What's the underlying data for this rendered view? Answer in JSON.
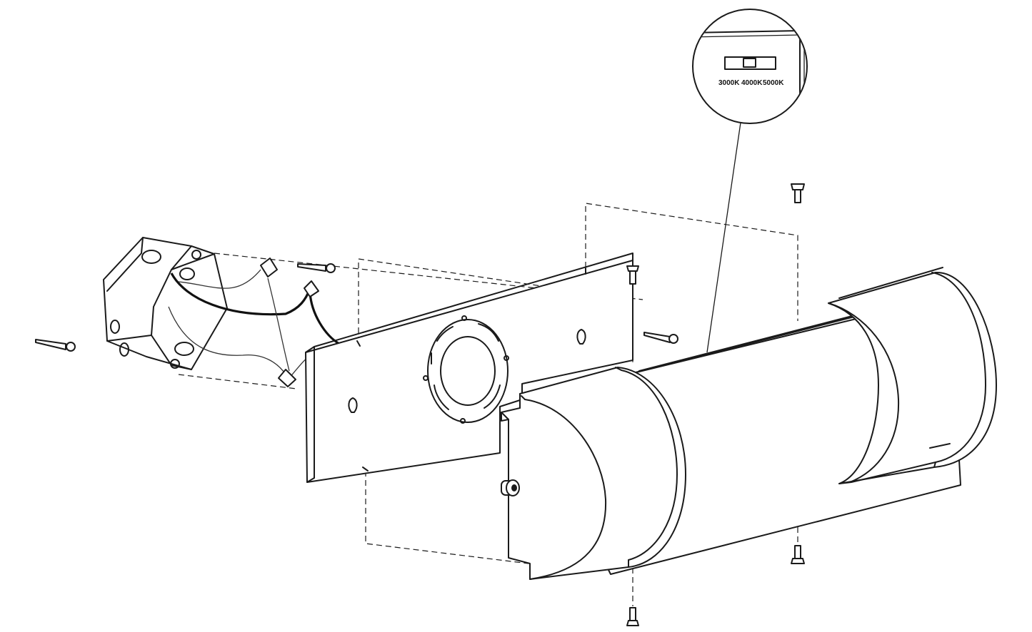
{
  "detail_callout": {
    "switch_labels": [
      "3000K",
      "4000K",
      "5000K"
    ]
  }
}
